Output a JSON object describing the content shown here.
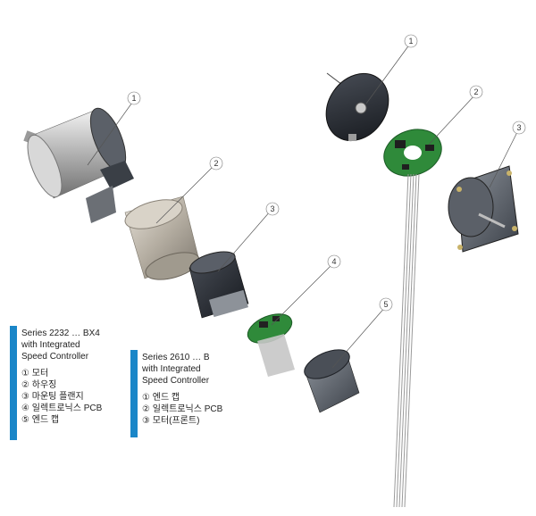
{
  "left_legend": {
    "title_lines": [
      "Series 2232 … BX4",
      "with Integrated",
      "Speed Controller"
    ],
    "items": [
      "① 모터",
      "② 하우징",
      "③ 마운팅 플랜지",
      "④ 일렉트로닉스 PCB",
      "⑤ 엔드 캡"
    ]
  },
  "right_legend": {
    "title_lines": [
      "Series 2610 … B",
      "with Integrated",
      "Speed Controller"
    ],
    "items": [
      "① 엔드 캡",
      "② 일렉트로닉스 PCB",
      "③ 모터(프론트)"
    ]
  },
  "callouts_left": [
    "1",
    "2",
    "3",
    "4",
    "5"
  ],
  "callouts_right": [
    "1",
    "2",
    "3"
  ],
  "colors": {
    "accent_bar": "#1a86c8",
    "pcb_green": "#2f8a3a",
    "dark_part": "#2b2f36"
  }
}
